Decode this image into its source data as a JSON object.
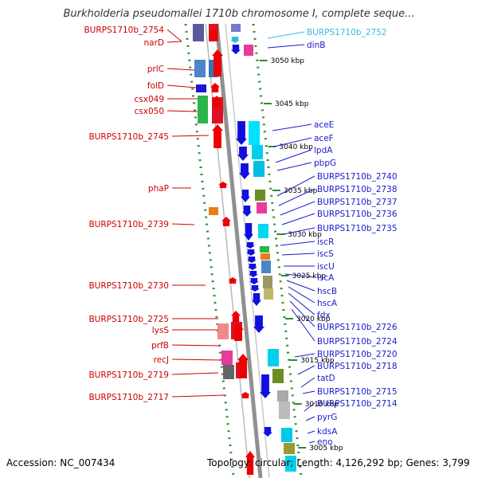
{
  "title": "Burkholderia pseudomallei 1710b chromosome I, complete seque...",
  "accession": "Accession: NC_007434",
  "topology": "Topology: circular; Length: 4,126,292 bp; Genes: 3,799",
  "colors": {
    "left_label": "#cc0000",
    "right_label": "#1a1acc",
    "highlight_label": "#33bbdd",
    "backbone": "#909090",
    "ruler": "#2e8b2e"
  },
  "scale_ticks": [
    "3050 kbp",
    "3045 kbp",
    "3040 kbp",
    "3035 kbp",
    "3030 kbp",
    "3025 kbp",
    "3020 kbp",
    "3015 kbp",
    "3010 kbp",
    "3005 kbp"
  ],
  "left_genes": [
    {
      "label": "BURPS1710b_2754",
      "color": "#cc0000"
    },
    {
      "label": "narD",
      "color": "#cc0000"
    },
    {
      "label": "prlC",
      "color": "#cc0000"
    },
    {
      "label": "folD",
      "color": "#cc0000"
    },
    {
      "label": "csx049",
      "color": "#cc0000"
    },
    {
      "label": "csx050",
      "color": "#cc0000"
    },
    {
      "label": "BURPS1710b_2745",
      "color": "#cc0000"
    },
    {
      "label": "phaP",
      "color": "#cc0000"
    },
    {
      "label": "BURPS1710b_2739",
      "color": "#cc0000"
    },
    {
      "label": "BURPS1710b_2730",
      "color": "#cc0000"
    },
    {
      "label": "BURPS1710b_2725",
      "color": "#cc0000"
    },
    {
      "label": "lysS",
      "color": "#cc0000"
    },
    {
      "label": "prfB",
      "color": "#cc0000"
    },
    {
      "label": "recJ",
      "color": "#cc0000"
    },
    {
      "label": "BURPS1710b_2719",
      "color": "#cc0000"
    },
    {
      "label": "BURPS1710b_2717",
      "color": "#cc0000"
    }
  ],
  "right_genes": [
    {
      "label": "BURPS1710b_2752",
      "color": "#33bbdd"
    },
    {
      "label": "dinB",
      "color": "#1a1acc"
    },
    {
      "label": "aceE",
      "color": "#1a1acc"
    },
    {
      "label": "aceF",
      "color": "#1a1acc"
    },
    {
      "label": "lpdA",
      "color": "#1a1acc"
    },
    {
      "label": "pbpG",
      "color": "#1a1acc"
    },
    {
      "label": "BURPS1710b_2740",
      "color": "#1a1acc"
    },
    {
      "label": "BURPS1710b_2738",
      "color": "#1a1acc"
    },
    {
      "label": "BURPS1710b_2737",
      "color": "#1a1acc"
    },
    {
      "label": "BURPS1710b_2736",
      "color": "#1a1acc"
    },
    {
      "label": "BURPS1710b_2735",
      "color": "#1a1acc"
    },
    {
      "label": "iscR",
      "color": "#1a1acc"
    },
    {
      "label": "iscS",
      "color": "#1a1acc"
    },
    {
      "label": "iscU",
      "color": "#1a1acc"
    },
    {
      "label": "iscA",
      "color": "#1a1acc"
    },
    {
      "label": "hscB",
      "color": "#1a1acc"
    },
    {
      "label": "hscA",
      "color": "#1a1acc"
    },
    {
      "label": "fdx",
      "color": "#1a1acc"
    },
    {
      "label": "BURPS1710b_2726",
      "color": "#1a1acc"
    },
    {
      "label": "BURPS1710b_2724",
      "color": "#1a1acc"
    },
    {
      "label": "BURPS1710b_2720",
      "color": "#1a1acc"
    },
    {
      "label": "BURPS1710b_2718",
      "color": "#1a1acc"
    },
    {
      "label": "tatD",
      "color": "#1a1acc"
    },
    {
      "label": "BURPS1710b_2715",
      "color": "#1a1acc"
    },
    {
      "label": "BURPS1710b_2714",
      "color": "#1a1acc"
    },
    {
      "label": "pyrG",
      "color": "#1a1acc"
    },
    {
      "label": "kdsA",
      "color": "#1a1acc"
    },
    {
      "label": "eno",
      "color": "#1a1acc"
    }
  ]
}
